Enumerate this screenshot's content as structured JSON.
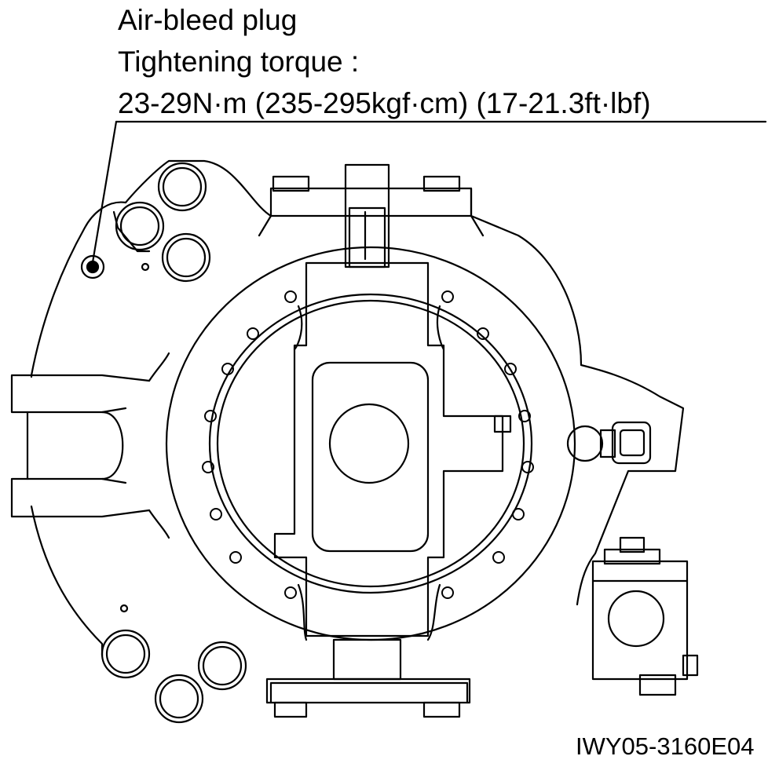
{
  "callout": {
    "part_name": "Air-bleed plug",
    "torque_label": "Tightening torque :",
    "torque_value": "23-29N·m (235-295kgf·cm) (17-21.3ft·lbf)"
  },
  "figure_id": "IWY05-3160E04",
  "colors": {
    "line": "#000000",
    "background": "#ffffff"
  }
}
